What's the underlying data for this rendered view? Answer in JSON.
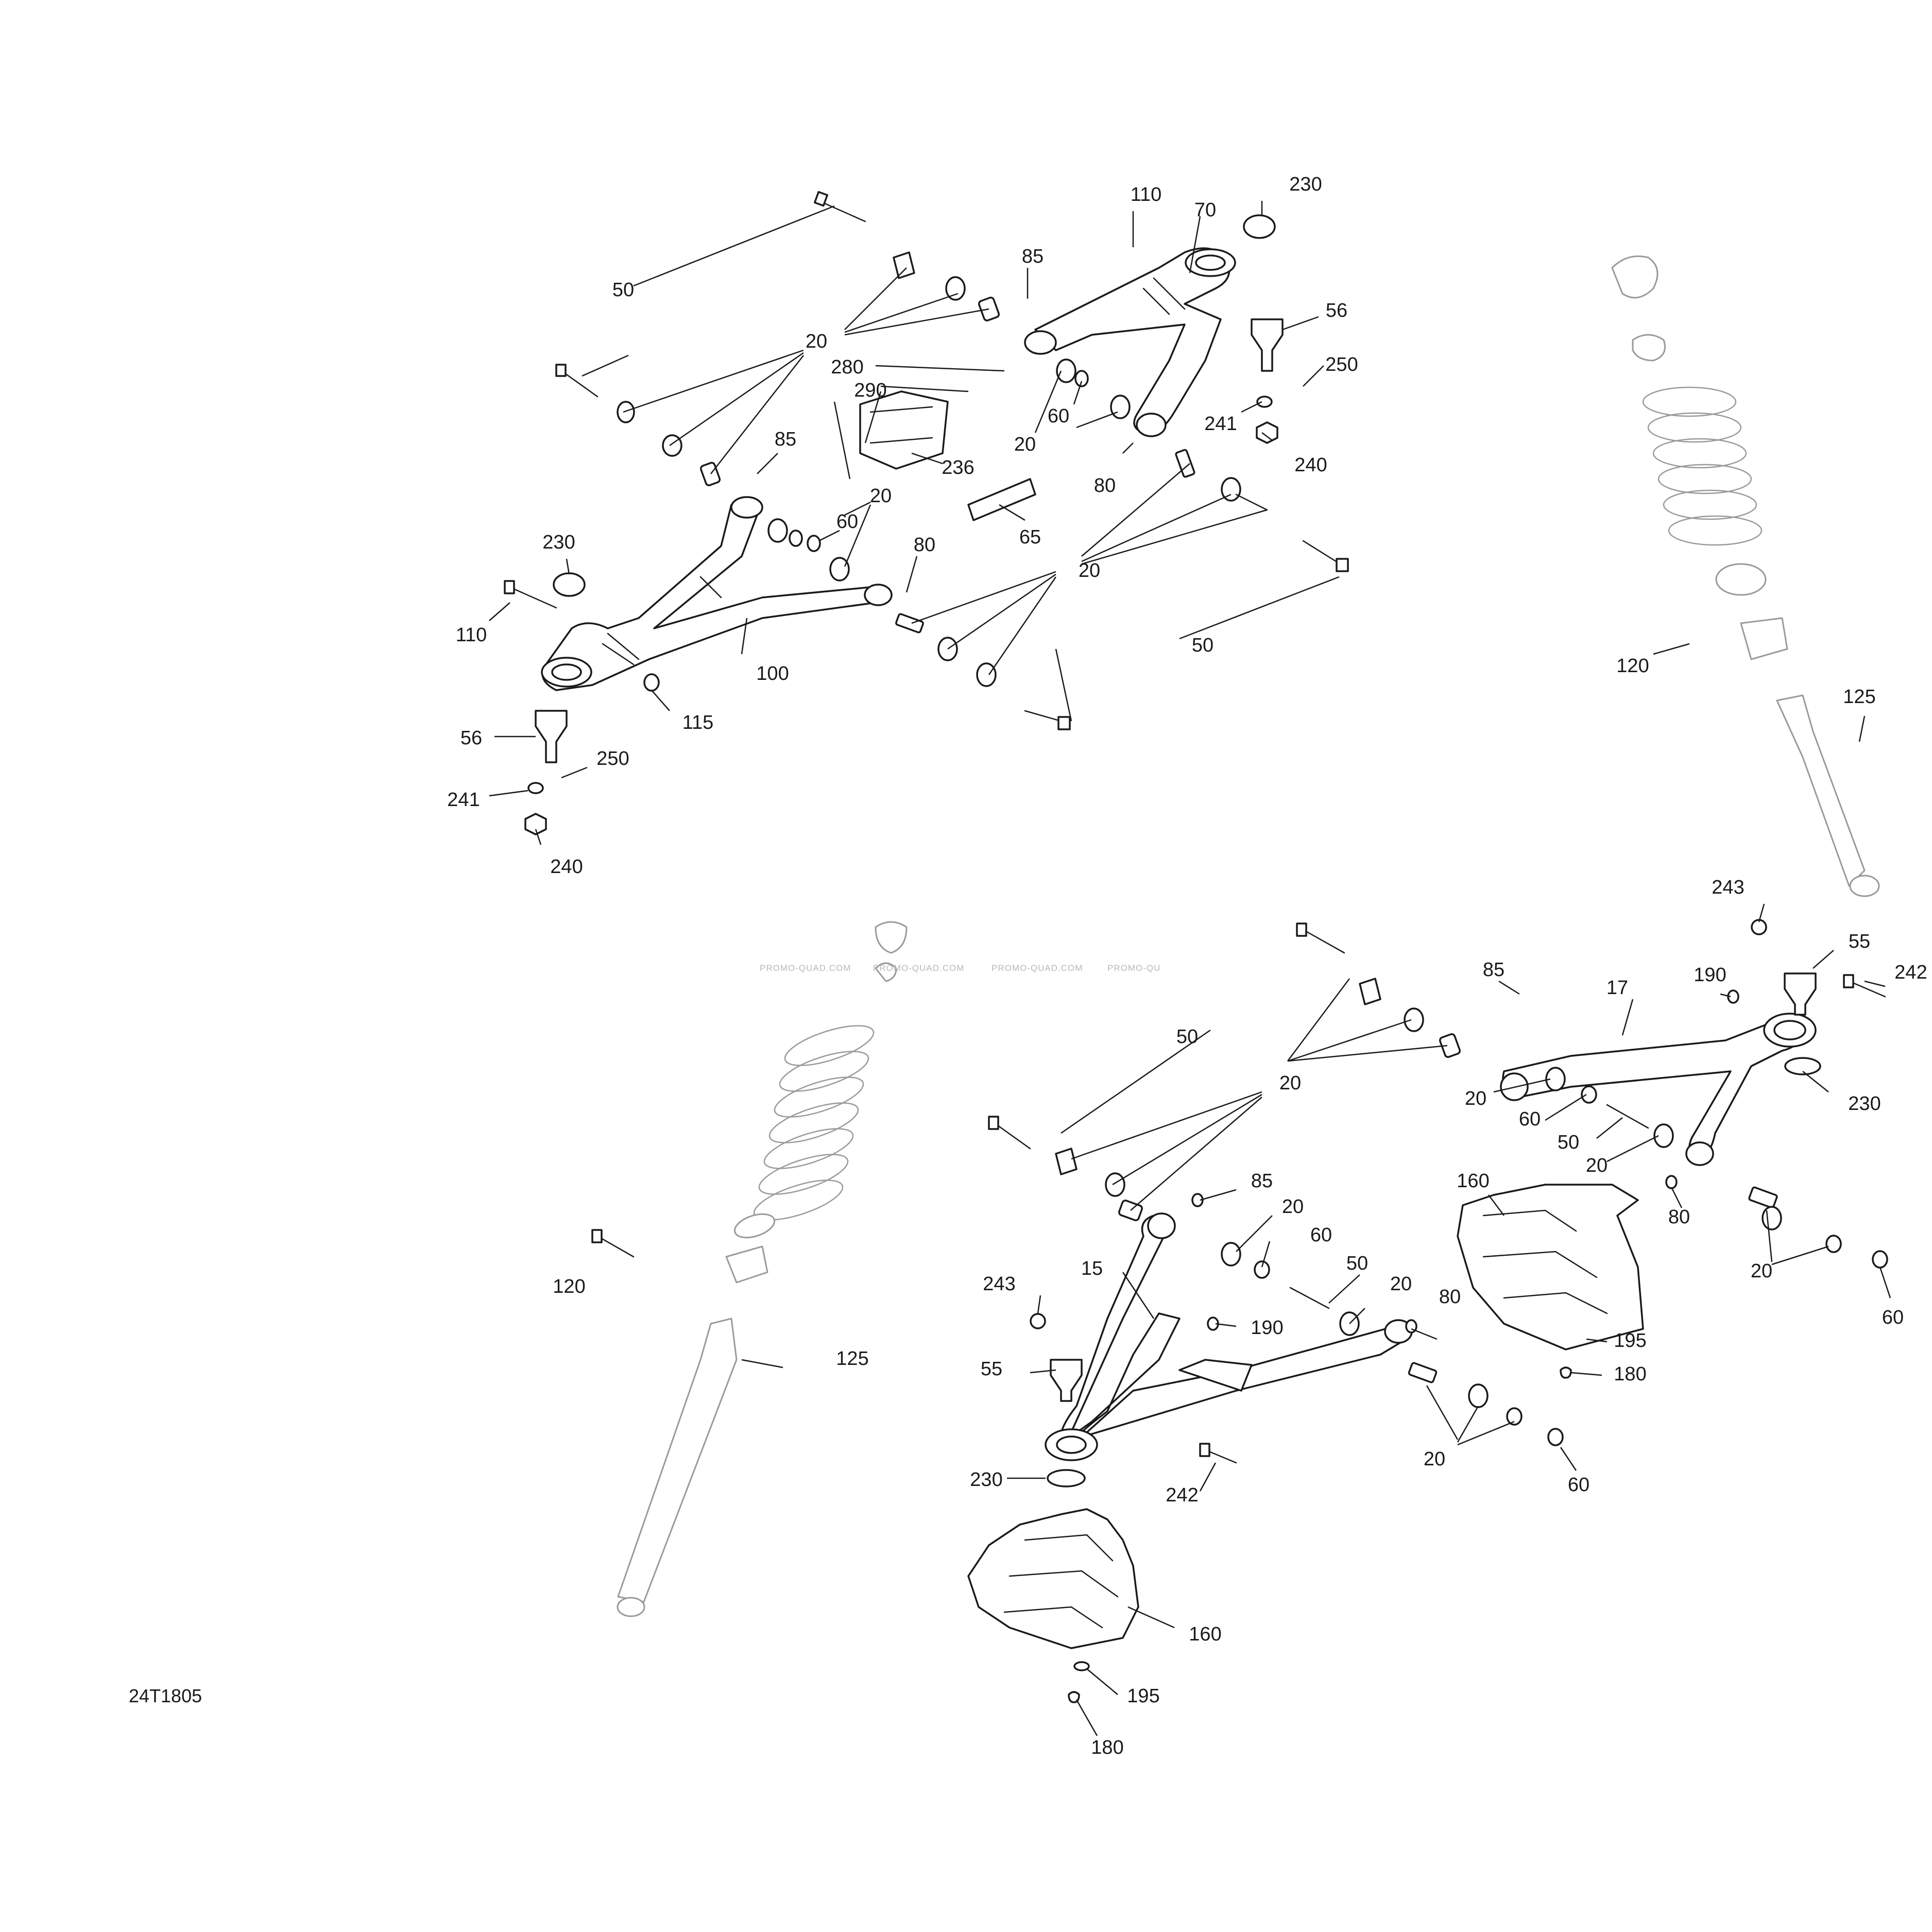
{
  "diagram": {
    "document_id": "24T1805",
    "watermarks": [
      "PROMO-QUAD.COM",
      "PROMO-QUAD.COM",
      "PROMO-QUAD.COM",
      "PROMO-QU"
    ],
    "callouts": {
      "c1": "50",
      "c2": "20",
      "c3": "110",
      "c4": "70",
      "c5": "230",
      "c6": "85",
      "c7": "56",
      "c8": "250",
      "c9": "280",
      "c10": "290",
      "c11": "20",
      "c12": "60",
      "c13": "241",
      "c14": "240",
      "c15": "236",
      "c16": "85",
      "c17": "80",
      "c18": "20",
      "c19": "60",
      "c20": "65",
      "c21": "230",
      "c22": "80",
      "c23": "20",
      "c24": "110",
      "c25": "100",
      "c26": "50",
      "c27": "115",
      "c28": "56",
      "c29": "250",
      "c30": "241",
      "c31": "240",
      "c32": "120",
      "c33": "125",
      "c34": "243",
      "c35": "55",
      "c36": "242",
      "c37": "85",
      "c38": "190",
      "c39": "17",
      "c40": "50",
      "c41": "20",
      "c42": "20",
      "c43": "60",
      "c44": "230",
      "c45": "50",
      "c46": "20",
      "c47": "160",
      "c48": "80",
      "c49": "85",
      "c50": "20",
      "c51": "60",
      "c52": "20",
      "c53": "60",
      "c54": "120",
      "c55": "15",
      "c56": "50",
      "c57": "243",
      "c58": "20",
      "c59": "80",
      "c60": "195",
      "c61": "190",
      "c62": "125",
      "c63": "55",
      "c64": "180",
      "c65": "20",
      "c66": "60",
      "c67": "230",
      "c68": "242",
      "c69": "160",
      "c70": "195",
      "c71": "180"
    }
  }
}
